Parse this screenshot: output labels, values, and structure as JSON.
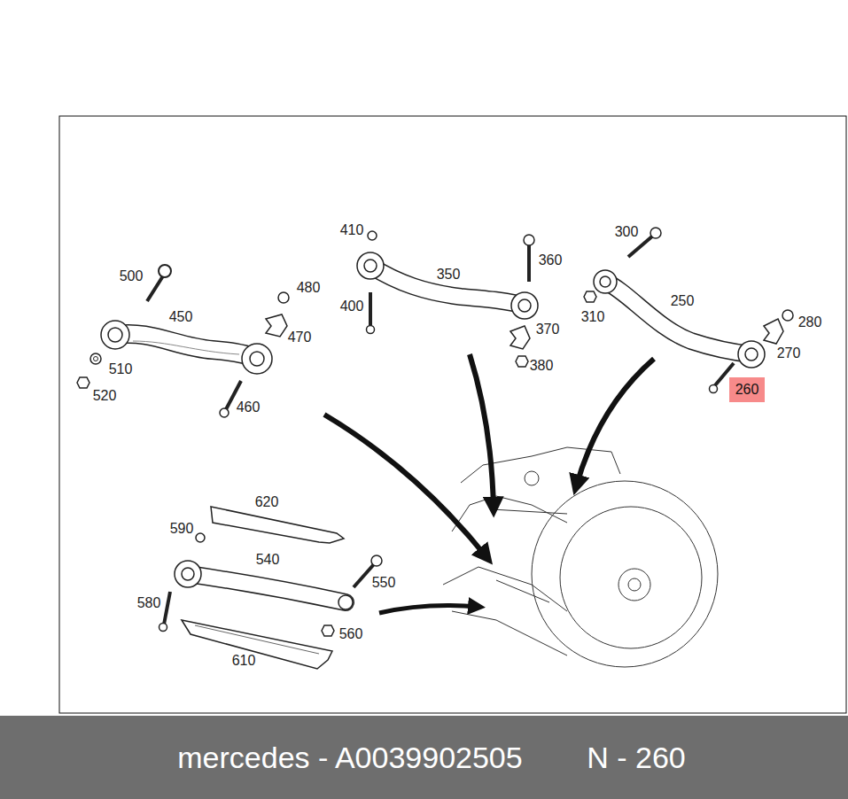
{
  "diagram": {
    "nodes": [
      {
        "text": [
          "260"
        ]
      },
      {
        "text": [
          "mercedes - A0039902505",
          "N - 260"
        ]
      }
    ],
    "labels": [
      "410",
      "350",
      "360",
      "300",
      "250",
      "500",
      "480",
      "450",
      "400",
      "310",
      "280",
      "470",
      "370",
      "270",
      "510",
      "380",
      "520",
      "460",
      "620",
      "590",
      "540",
      "550",
      "580",
      "560",
      "610"
    ]
  }
}
